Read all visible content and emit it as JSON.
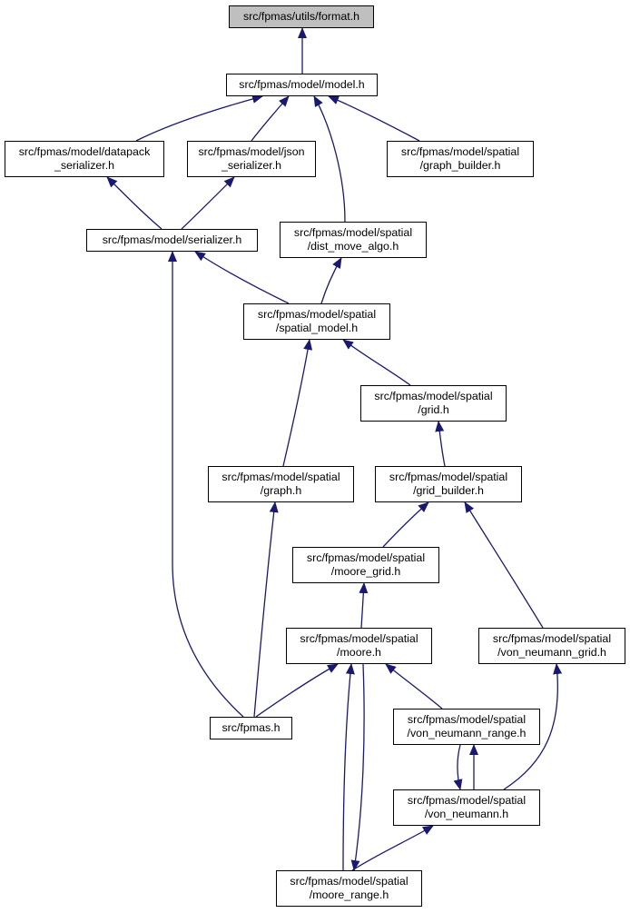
{
  "colors": {
    "edge": "#191970",
    "root_fill": "#bfbfbf",
    "node_fill": "#ffffff",
    "node_border": "#000000"
  },
  "nodes": {
    "format": {
      "lines": [
        "src/fpmas/utils/format.h"
      ]
    },
    "model": {
      "lines": [
        "src/fpmas/model/model.h"
      ]
    },
    "datapack": {
      "lines": [
        "src/fpmas/model/datapack",
        "_serializer.h"
      ]
    },
    "json": {
      "lines": [
        "src/fpmas/model/json",
        "_serializer.h"
      ]
    },
    "graph_builder": {
      "lines": [
        "src/fpmas/model/spatial",
        "/graph_builder.h"
      ]
    },
    "serializer": {
      "lines": [
        "src/fpmas/model/serializer.h"
      ]
    },
    "dist_move": {
      "lines": [
        "src/fpmas/model/spatial",
        "/dist_move_algo.h"
      ]
    },
    "spatial_model": {
      "lines": [
        "src/fpmas/model/spatial",
        "/spatial_model.h"
      ]
    },
    "grid": {
      "lines": [
        "src/fpmas/model/spatial",
        "/grid.h"
      ]
    },
    "graph": {
      "lines": [
        "src/fpmas/model/spatial",
        "/graph.h"
      ]
    },
    "grid_builder": {
      "lines": [
        "src/fpmas/model/spatial",
        "/grid_builder.h"
      ]
    },
    "moore_grid": {
      "lines": [
        "src/fpmas/model/spatial",
        "/moore_grid.h"
      ]
    },
    "moore": {
      "lines": [
        "src/fpmas/model/spatial",
        "/moore.h"
      ]
    },
    "vn_grid": {
      "lines": [
        "src/fpmas/model/spatial",
        "/von_neumann_grid.h"
      ]
    },
    "fpmas": {
      "lines": [
        "src/fpmas.h"
      ]
    },
    "vn_range": {
      "lines": [
        "src/fpmas/model/spatial",
        "/von_neumann_range.h"
      ]
    },
    "vn": {
      "lines": [
        "src/fpmas/model/spatial",
        "/von_neumann.h"
      ]
    },
    "moore_range": {
      "lines": [
        "src/fpmas/model/spatial",
        "/moore_range.h"
      ]
    }
  },
  "edges": [
    [
      "model",
      "format"
    ],
    [
      "datapack",
      "model"
    ],
    [
      "json",
      "model"
    ],
    [
      "graph_builder",
      "model"
    ],
    [
      "dist_move",
      "model"
    ],
    [
      "serializer",
      "datapack"
    ],
    [
      "serializer",
      "json"
    ],
    [
      "spatial_model",
      "serializer"
    ],
    [
      "fpmas",
      "serializer"
    ],
    [
      "spatial_model",
      "dist_move"
    ],
    [
      "grid",
      "spatial_model"
    ],
    [
      "graph",
      "spatial_model"
    ],
    [
      "grid_builder",
      "grid"
    ],
    [
      "fpmas",
      "graph"
    ],
    [
      "moore_grid",
      "grid_builder"
    ],
    [
      "vn_grid",
      "grid_builder"
    ],
    [
      "moore",
      "moore_grid"
    ],
    [
      "fpmas",
      "moore"
    ],
    [
      "vn_range",
      "moore"
    ],
    [
      "moore_range",
      "moore"
    ],
    [
      "moore",
      "moore_range"
    ],
    [
      "vn",
      "vn_grid"
    ],
    [
      "vn",
      "vn_range"
    ],
    [
      "vn_range",
      "vn"
    ],
    [
      "moore_range",
      "vn"
    ]
  ]
}
